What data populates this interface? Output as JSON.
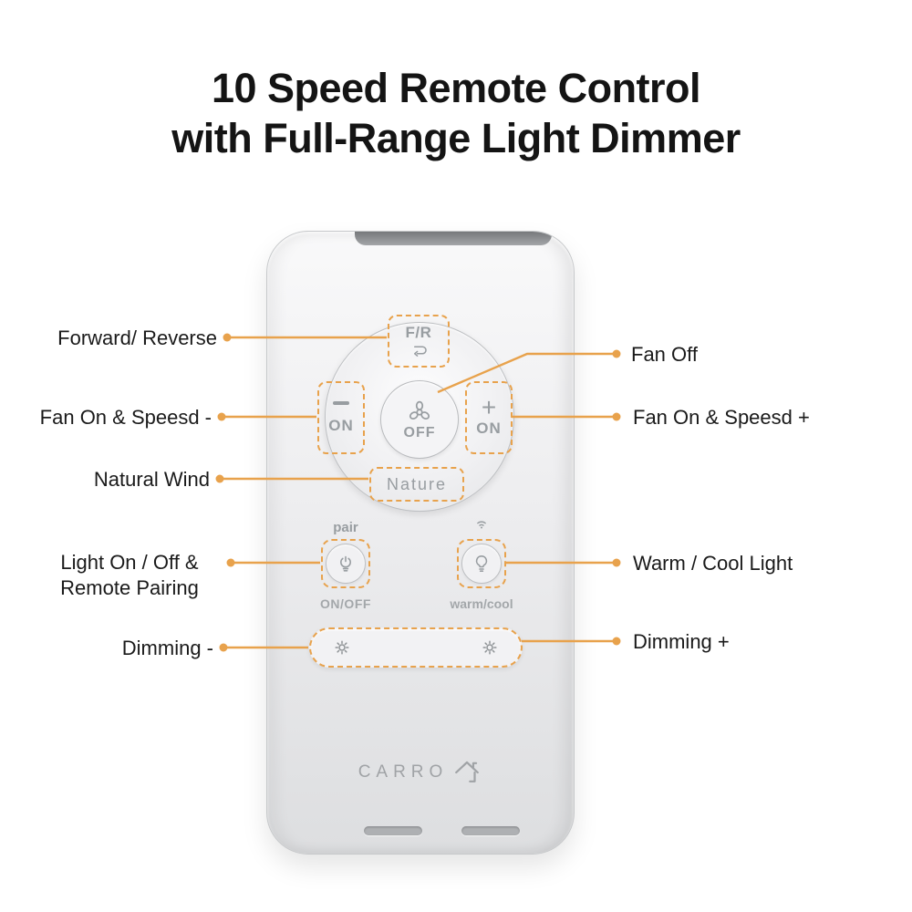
{
  "title": {
    "line1": "10 Speed Remote Control",
    "line2": "with Full-Range Light Dimmer"
  },
  "callouts": {
    "forward_reverse": "Forward/ Reverse",
    "fan_on_speed_minus": "Fan On & Speesd -",
    "natural_wind": "Natural Wind",
    "light_pair_line1": "Light On / Off &",
    "light_pair_line2": "Remote Pairing",
    "dimming_minus": "Dimming -",
    "fan_off": "Fan Off",
    "fan_on_speed_plus": "Fan On & Speesd +",
    "warm_cool_light": "Warm / Cool Light",
    "dimming_plus": "Dimming +"
  },
  "remote": {
    "fr": "F/R",
    "on": "ON",
    "off": "OFF",
    "plus": "+",
    "nature": "Nature",
    "pair": "pair",
    "onoff": "ON/OFF",
    "warmcool": "warm/cool",
    "brand": "CARRO"
  },
  "colors": {
    "accent": "#E8A24C",
    "button_text_gray": "#989da1"
  },
  "icons": {
    "fan": "fan-blades",
    "loop": "rotation-loop-arrow",
    "minus": "minus-bar",
    "power": "power-symbol",
    "bulb": "light-bulb",
    "signal": "wireless-signal",
    "sun": "brightness-sun",
    "house": "carro-house-logo"
  }
}
